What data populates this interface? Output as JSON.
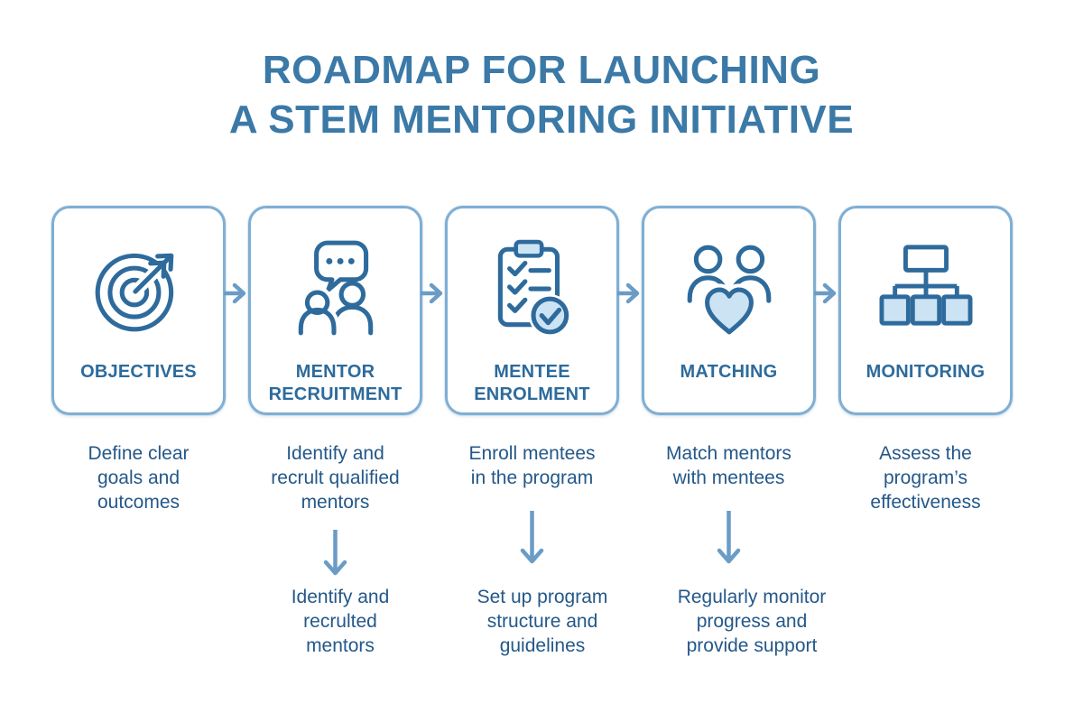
{
  "palette": {
    "title": "#3B79A7",
    "label": "#2D6B9C",
    "text": "#245889",
    "icon_stroke": "#2E6B9C",
    "icon_fill": "#CCE3F4",
    "arrow": "#6A9CC6",
    "card_border": "#7FAFD4"
  },
  "title": "ROADMAP FOR LAUNCHING\nA STEM MENTORING INITIATIVE",
  "stages": [
    {
      "label": "OBJECTIVES",
      "icon": "target-arrow-icon",
      "description": "Define clear\ngoals and\noutcomes"
    },
    {
      "label": "MENTOR\nRECRUITMENT",
      "icon": "speech-bubble-people-icon",
      "description": "Identify and\nrecrult qualified\nmentors",
      "outcome": "Identify and\nrecrulted\nmentors"
    },
    {
      "label": "MENTEE\nENROLMENT",
      "icon": "checklist-clipboard-icon",
      "description": "Enroll mentees\nin the program",
      "outcome": "Set up program\nstructure and\nguidelines"
    },
    {
      "label": "MATCHING",
      "icon": "people-heart-icon",
      "description": "Match mentors\nwith mentees",
      "outcome": "Regularly monitor\nprogress and\nprovide support"
    },
    {
      "label": "MONITORING",
      "icon": "org-chart-icon",
      "description": "Assess the\nprogram’s\neffectiveness"
    }
  ]
}
